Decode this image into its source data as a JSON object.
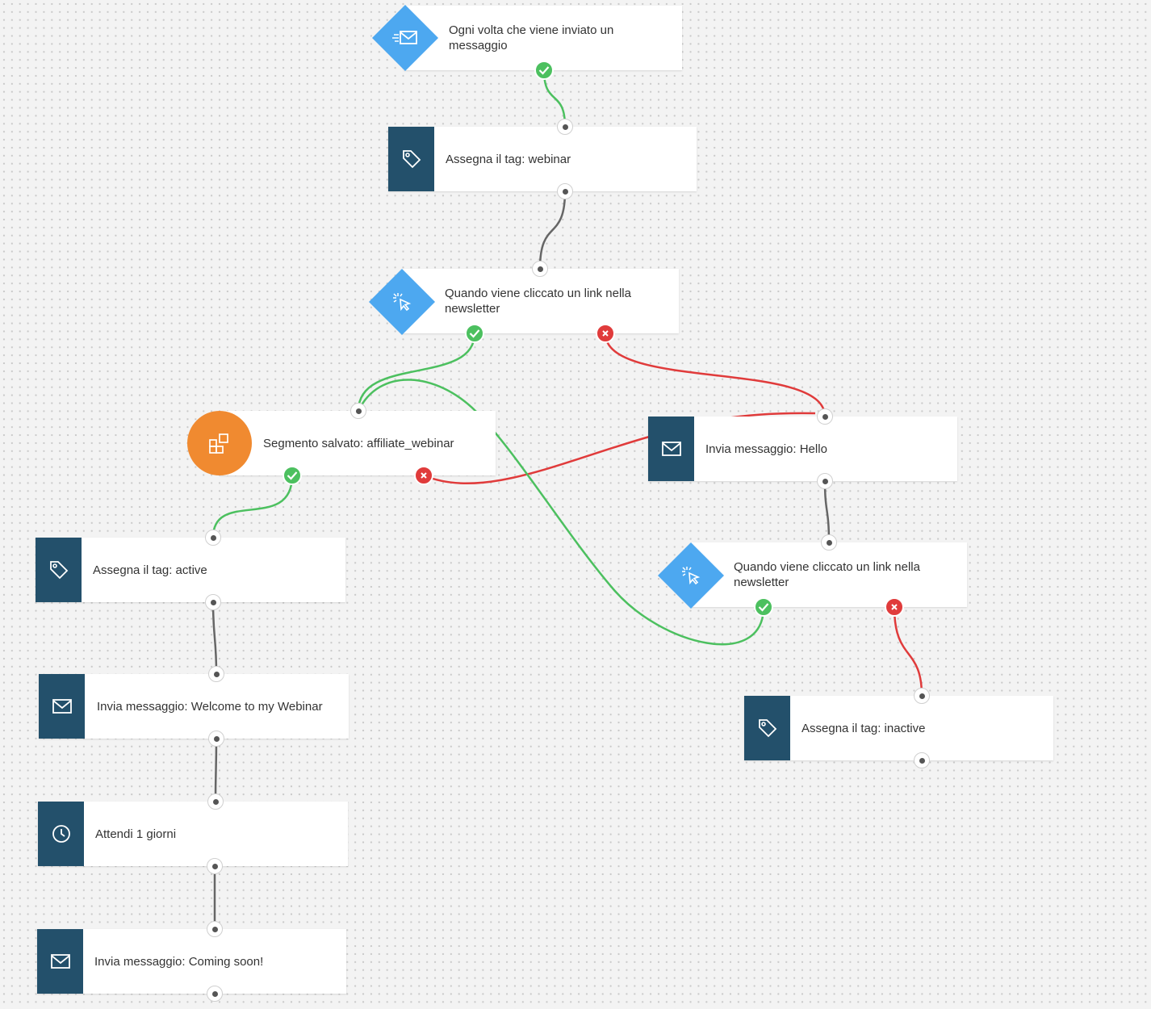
{
  "colors": {
    "node_dark": "#23506b",
    "trigger_blue": "#4da8f0",
    "segment_orange": "#f08a30",
    "yes_green": "#4cc05f",
    "no_red": "#e03b3b",
    "wire_grey": "#666666"
  },
  "nodes": {
    "trigger_message_sent": {
      "label": "Ogni volta che viene inviato un messaggio",
      "icon": "send-mail-icon"
    },
    "tag_webinar": {
      "label": "Assegna il tag: webinar",
      "icon": "tag-icon"
    },
    "link_click_1": {
      "label": "Quando viene cliccato un link nella newsletter",
      "icon": "cursor-click-icon"
    },
    "segment_affiliate": {
      "label": "Segmento salvato: affiliate_webinar",
      "icon": "segment-icon"
    },
    "send_hello": {
      "label": "Invia messaggio: Hello",
      "icon": "mail-icon"
    },
    "tag_active": {
      "label": "Assegna il tag: active",
      "icon": "tag-icon"
    },
    "link_click_2": {
      "label": "Quando viene cliccato un link nella newsletter",
      "icon": "cursor-click-icon"
    },
    "send_welcome": {
      "label": "Invia messaggio: Welcome to my Webinar",
      "icon": "mail-icon"
    },
    "tag_inactive": {
      "label": "Assegna il tag: inactive",
      "icon": "tag-icon"
    },
    "wait": {
      "label": "Attendi 1 giorni",
      "icon": "clock-icon"
    },
    "send_coming_soon": {
      "label": "Invia messaggio: Coming soon!",
      "icon": "mail-icon"
    }
  }
}
